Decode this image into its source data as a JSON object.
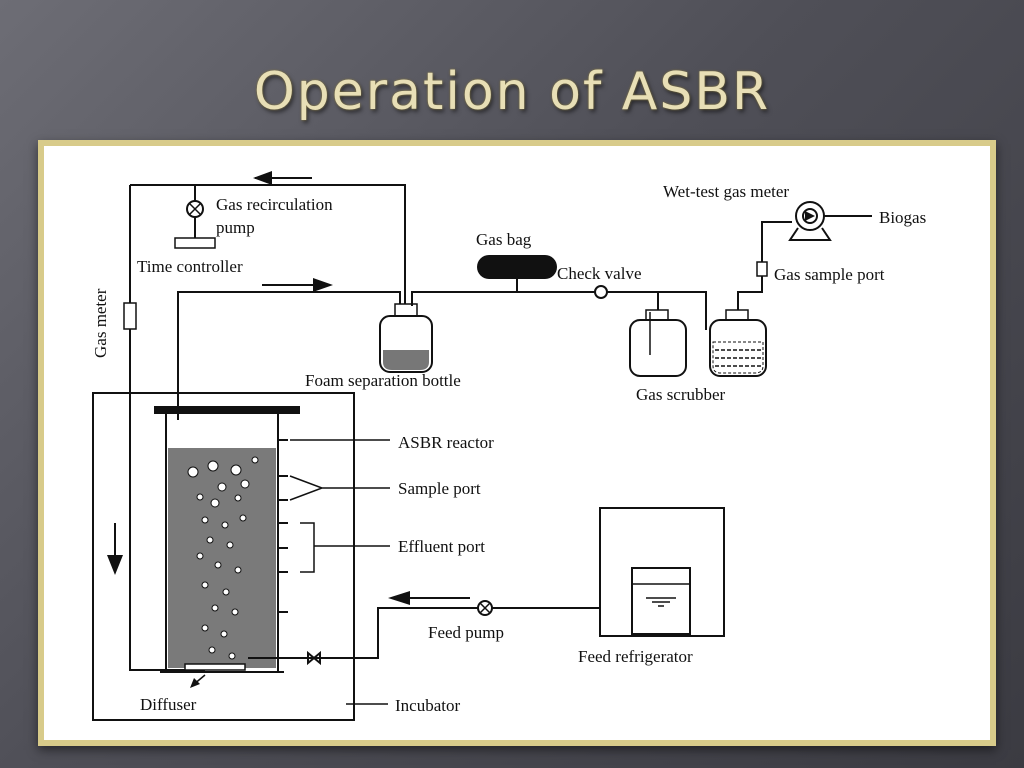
{
  "slide": {
    "title": "Operation of ASBR"
  },
  "diagram": {
    "labels": {
      "gas_recirculation_pump_l1": "Gas recirculation",
      "gas_recirculation_pump_l2": "pump",
      "time_controller": "Time controller",
      "gas_meter": "Gas meter",
      "gas_bag": "Gas bag",
      "check_valve": "Check valve",
      "wet_test_gas_meter": "Wet-test gas meter",
      "biogas": "Biogas",
      "gas_sample_port": "Gas sample port",
      "foam_separation_bottle": "Foam separation bottle",
      "gas_scrubber": "Gas scrubber",
      "asbr_reactor": "ASBR reactor",
      "sample_port": "Sample port",
      "effluent_port": "Effluent port",
      "feed_pump": "Feed pump",
      "feed_refrigerator": "Feed refrigerator",
      "diffuser": "Diffuser",
      "incubator": "Incubator"
    }
  }
}
